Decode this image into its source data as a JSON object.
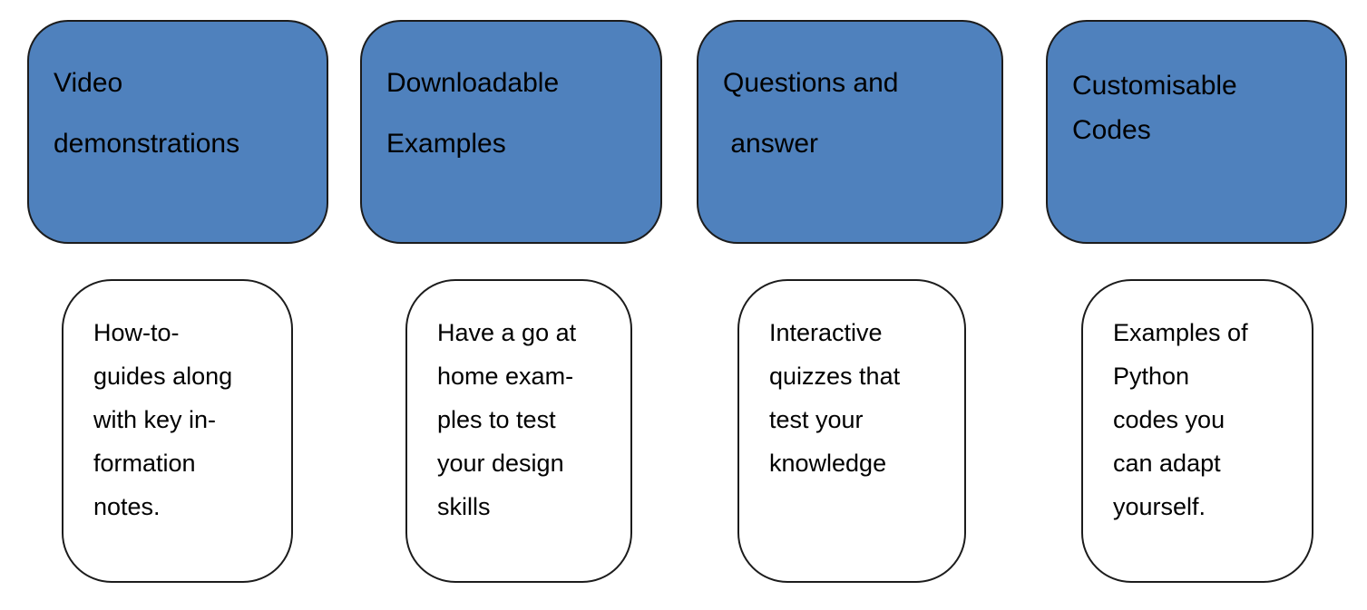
{
  "diagram": {
    "description": "Four-column feature diagram with blue header shapes and white detail cards"
  },
  "colors": {
    "header_fill": "#4f81bd",
    "shape_border": "#1c1c1c",
    "card_fill": "#ffffff",
    "text": "#000000"
  },
  "columns": [
    {
      "id": "video-demonstrations",
      "header": {
        "lines": [
          "Video",
          "demonstrations"
        ]
      },
      "card": {
        "lines": [
          "How-to-",
          "guides along",
          "with key in-",
          "formation",
          "notes."
        ]
      }
    },
    {
      "id": "downloadable-examples",
      "header": {
        "lines": [
          "Downloadable",
          "Examples"
        ]
      },
      "card": {
        "lines": [
          "Have a go at",
          "home exam-",
          "ples to test",
          "your design",
          "skills"
        ]
      }
    },
    {
      "id": "questions-and-answer",
      "header": {
        "lines": [
          "Questions and",
          " answer"
        ]
      },
      "card": {
        "lines": [
          "Interactive",
          "quizzes that",
          "test your",
          "knowledge"
        ]
      }
    },
    {
      "id": "customisable-codes",
      "header": {
        "lines": [
          "Customisable",
          "Codes"
        ]
      },
      "card": {
        "lines": [
          "Examples of",
          "Python",
          "codes you",
          "can adapt",
          "yourself."
        ]
      }
    }
  ]
}
